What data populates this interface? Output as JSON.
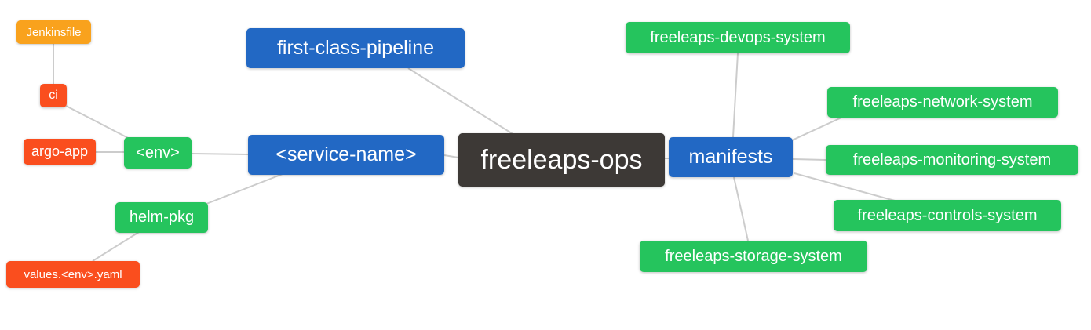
{
  "diagram": {
    "title": "freeleaps-ops mind map",
    "palette": {
      "blue": "#2268c4",
      "green": "#25c45d",
      "dark": "#3d3936",
      "orange": "#f9a21d",
      "red": "#fa4e1e",
      "edge": "#cccccc",
      "text": "#ffffff",
      "background": "#ffffff"
    },
    "nodes": [
      {
        "id": "jenkinsfile",
        "label": "Jenkinsfile",
        "color": "orange"
      },
      {
        "id": "ci",
        "label": "ci",
        "color": "red"
      },
      {
        "id": "argo-app",
        "label": "argo-app",
        "color": "red"
      },
      {
        "id": "env",
        "label": "<env>",
        "color": "green"
      },
      {
        "id": "values-env-yaml",
        "label": "values.<env>.yaml",
        "color": "red"
      },
      {
        "id": "helm-pkg",
        "label": "helm-pkg",
        "color": "green"
      },
      {
        "id": "first-class-pipeline",
        "label": "first-class-pipeline",
        "color": "blue"
      },
      {
        "id": "service-name",
        "label": "<service-name>",
        "color": "blue"
      },
      {
        "id": "freeleaps-ops",
        "label": "freeleaps-ops",
        "color": "dark"
      },
      {
        "id": "manifests",
        "label": "manifests",
        "color": "blue"
      },
      {
        "id": "freeleaps-devops-system",
        "label": "freeleaps-devops-system",
        "color": "green"
      },
      {
        "id": "freeleaps-network-system",
        "label": "freeleaps-network-system",
        "color": "green"
      },
      {
        "id": "freeleaps-monitoring-system",
        "label": "freeleaps-monitoring-system",
        "color": "green"
      },
      {
        "id": "freeleaps-controls-system",
        "label": "freeleaps-controls-system",
        "color": "green"
      },
      {
        "id": "freeleaps-storage-system",
        "label": "freeleaps-storage-system",
        "color": "green"
      }
    ],
    "edges": [
      {
        "from": "jenkinsfile",
        "to": "ci"
      },
      {
        "from": "ci",
        "to": "env"
      },
      {
        "from": "argo-app",
        "to": "env"
      },
      {
        "from": "env",
        "to": "service-name"
      },
      {
        "from": "values-env-yaml",
        "to": "helm-pkg"
      },
      {
        "from": "helm-pkg",
        "to": "service-name"
      },
      {
        "from": "service-name",
        "to": "freeleaps-ops"
      },
      {
        "from": "first-class-pipeline",
        "to": "freeleaps-ops"
      },
      {
        "from": "freeleaps-ops",
        "to": "manifests"
      },
      {
        "from": "manifests",
        "to": "freeleaps-devops-system"
      },
      {
        "from": "manifests",
        "to": "freeleaps-network-system"
      },
      {
        "from": "manifests",
        "to": "freeleaps-monitoring-system"
      },
      {
        "from": "manifests",
        "to": "freeleaps-controls-system"
      },
      {
        "from": "manifests",
        "to": "freeleaps-storage-system"
      }
    ]
  }
}
